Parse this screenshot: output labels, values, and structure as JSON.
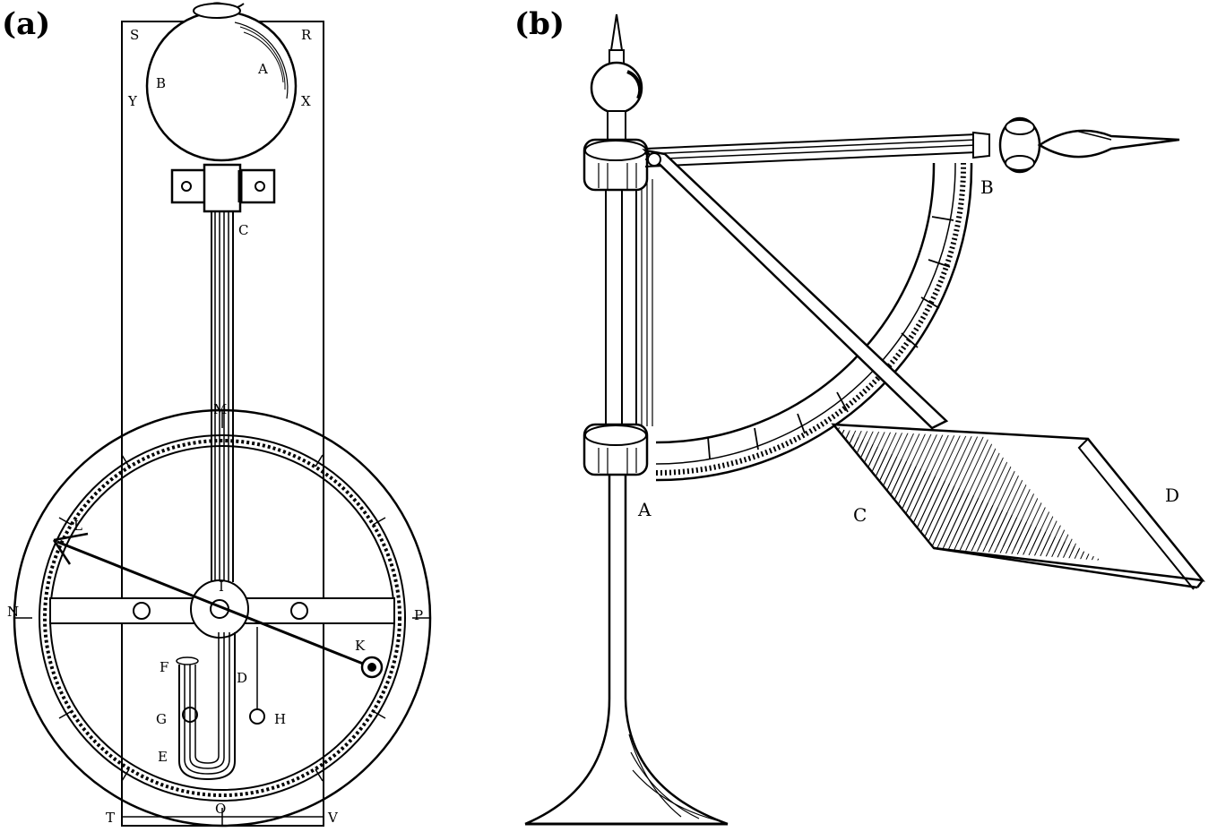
{
  "panels": [
    {
      "label": "(a)",
      "points": [
        "S",
        "R",
        "A",
        "B",
        "Y",
        "X",
        "C",
        "M",
        "L",
        "I",
        "N",
        "P",
        "K",
        "F",
        "D",
        "G",
        "H",
        "E",
        "O",
        "T",
        "V"
      ]
    },
    {
      "label": "(b)",
      "points": [
        "B",
        "A",
        "C",
        "D"
      ]
    }
  ],
  "colors": {
    "ink": "#000000",
    "paper": "#ffffff"
  }
}
